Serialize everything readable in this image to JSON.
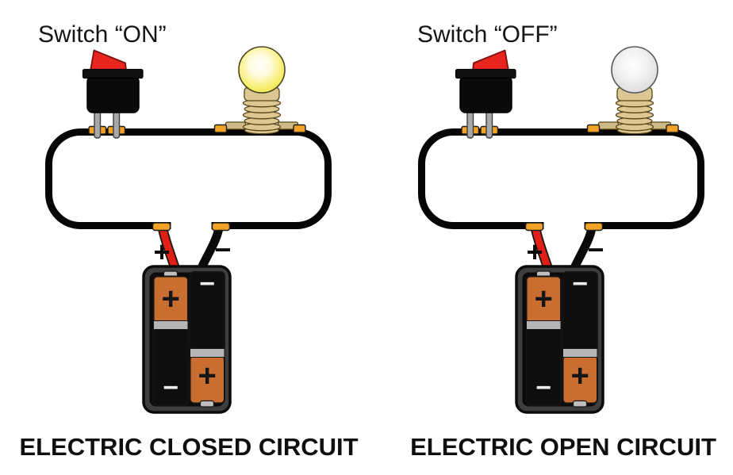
{
  "symbols": {
    "plus": "+",
    "minus": "−"
  },
  "colors": {
    "wire": "#050505",
    "lead-red": "#e02016",
    "crimp": "#f2a227",
    "pin": "#a8a8aa",
    "rocker": "#e8251e",
    "rocker-edge": "#7a100c",
    "base-tan": "#dcc691",
    "base-edge": "#564619",
    "tab-tan": "#cdba85",
    "battery-orange": "#c96d31",
    "band": "#b5b5b6",
    "case": "#3e3e41",
    "case-inner": "#0b0b0b",
    "bulb-lit": "#f0e53c",
    "bulb-off": "#d7d7d7"
  },
  "left": {
    "switch_label": "Switch “ON”",
    "switch_state": "ON",
    "bulb_state": "lit",
    "caption": "ELECTRIC CLOSED CIRCUIT"
  },
  "right": {
    "switch_label": "Switch “OFF”",
    "switch_state": "OFF",
    "bulb_state": "unlit",
    "caption": "ELECTRIC OPEN CIRCUIT"
  }
}
